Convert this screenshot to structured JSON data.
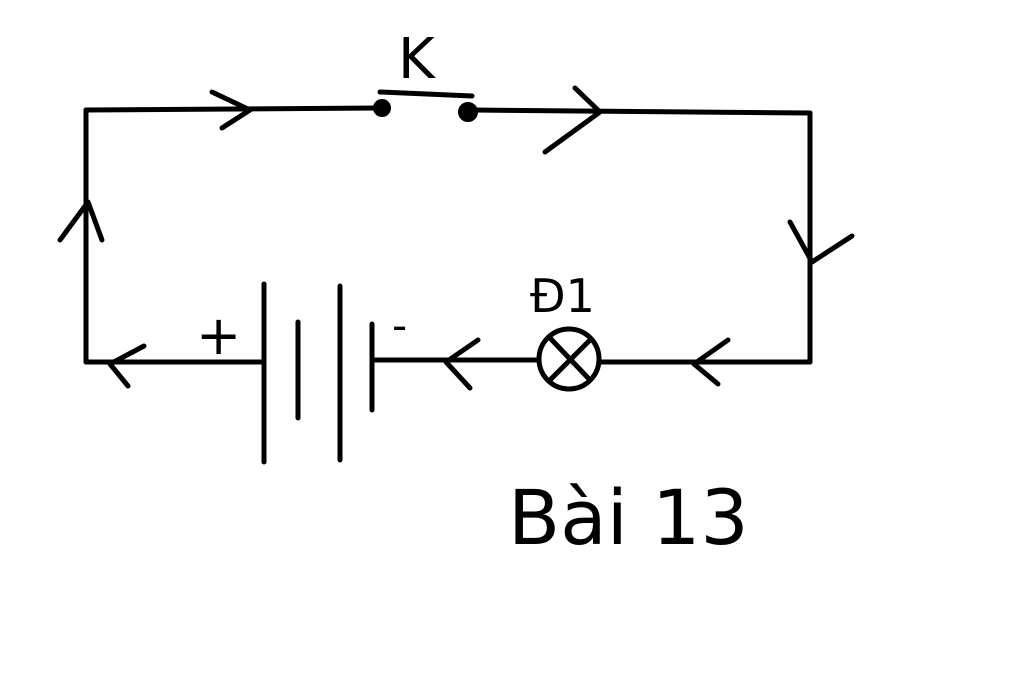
{
  "diagram": {
    "switch_label": "K",
    "lamp_label": "Đ1",
    "battery_positive_label": "+",
    "battery_negative_label": "-",
    "caption": "Bài 13"
  },
  "colors": {
    "ink": "#000000",
    "background": "#ffffff"
  }
}
